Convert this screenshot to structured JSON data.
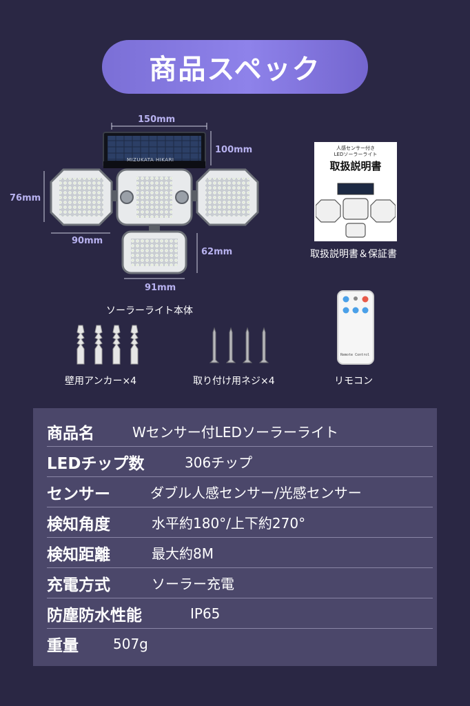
{
  "title": "商品スペック",
  "product_image": {
    "panel_brand": "MIZUKATA HIKARI",
    "dims": {
      "width_150": "150mm",
      "height_100": "100mm",
      "side_76": "76mm",
      "side_90": "90mm",
      "bottom_62": "62mm",
      "bottom_91": "91mm"
    },
    "caption": "ソーラーライト本体"
  },
  "manual": {
    "subtitle_line1": "人感センサー付き",
    "subtitle_line2": "LEDソーラーライト",
    "heading": "取扱説明書",
    "caption": "取扱説明書＆保証書"
  },
  "remote": {
    "label": "Remote Control",
    "caption": "リモコン"
  },
  "accessories": {
    "anchors_caption": "壁用アンカー×4",
    "screws_caption": "取り付け用ネジ×4"
  },
  "specs": [
    {
      "key": "商品名",
      "value": "Wセンサー付LEDソーラーライト"
    },
    {
      "key": "LEDチップ数",
      "value": "306チップ"
    },
    {
      "key": "センサー",
      "value": "ダブル人感センサー/光感センサー"
    },
    {
      "key": "検知角度",
      "value": "水平約180°/上下約270°"
    },
    {
      "key": "検知距離",
      "value": "最大約8M"
    },
    {
      "key": "充電方式",
      "value": "ソーラー充電"
    },
    {
      "key": "防塵防水性能",
      "value": "IP65"
    },
    {
      "key": "重量",
      "value": "507g"
    }
  ],
  "colors": {
    "background": "#2a2744",
    "pill": "#8478e0",
    "spec_box": "#4b476a",
    "dim_text": "#b8b2f0"
  }
}
